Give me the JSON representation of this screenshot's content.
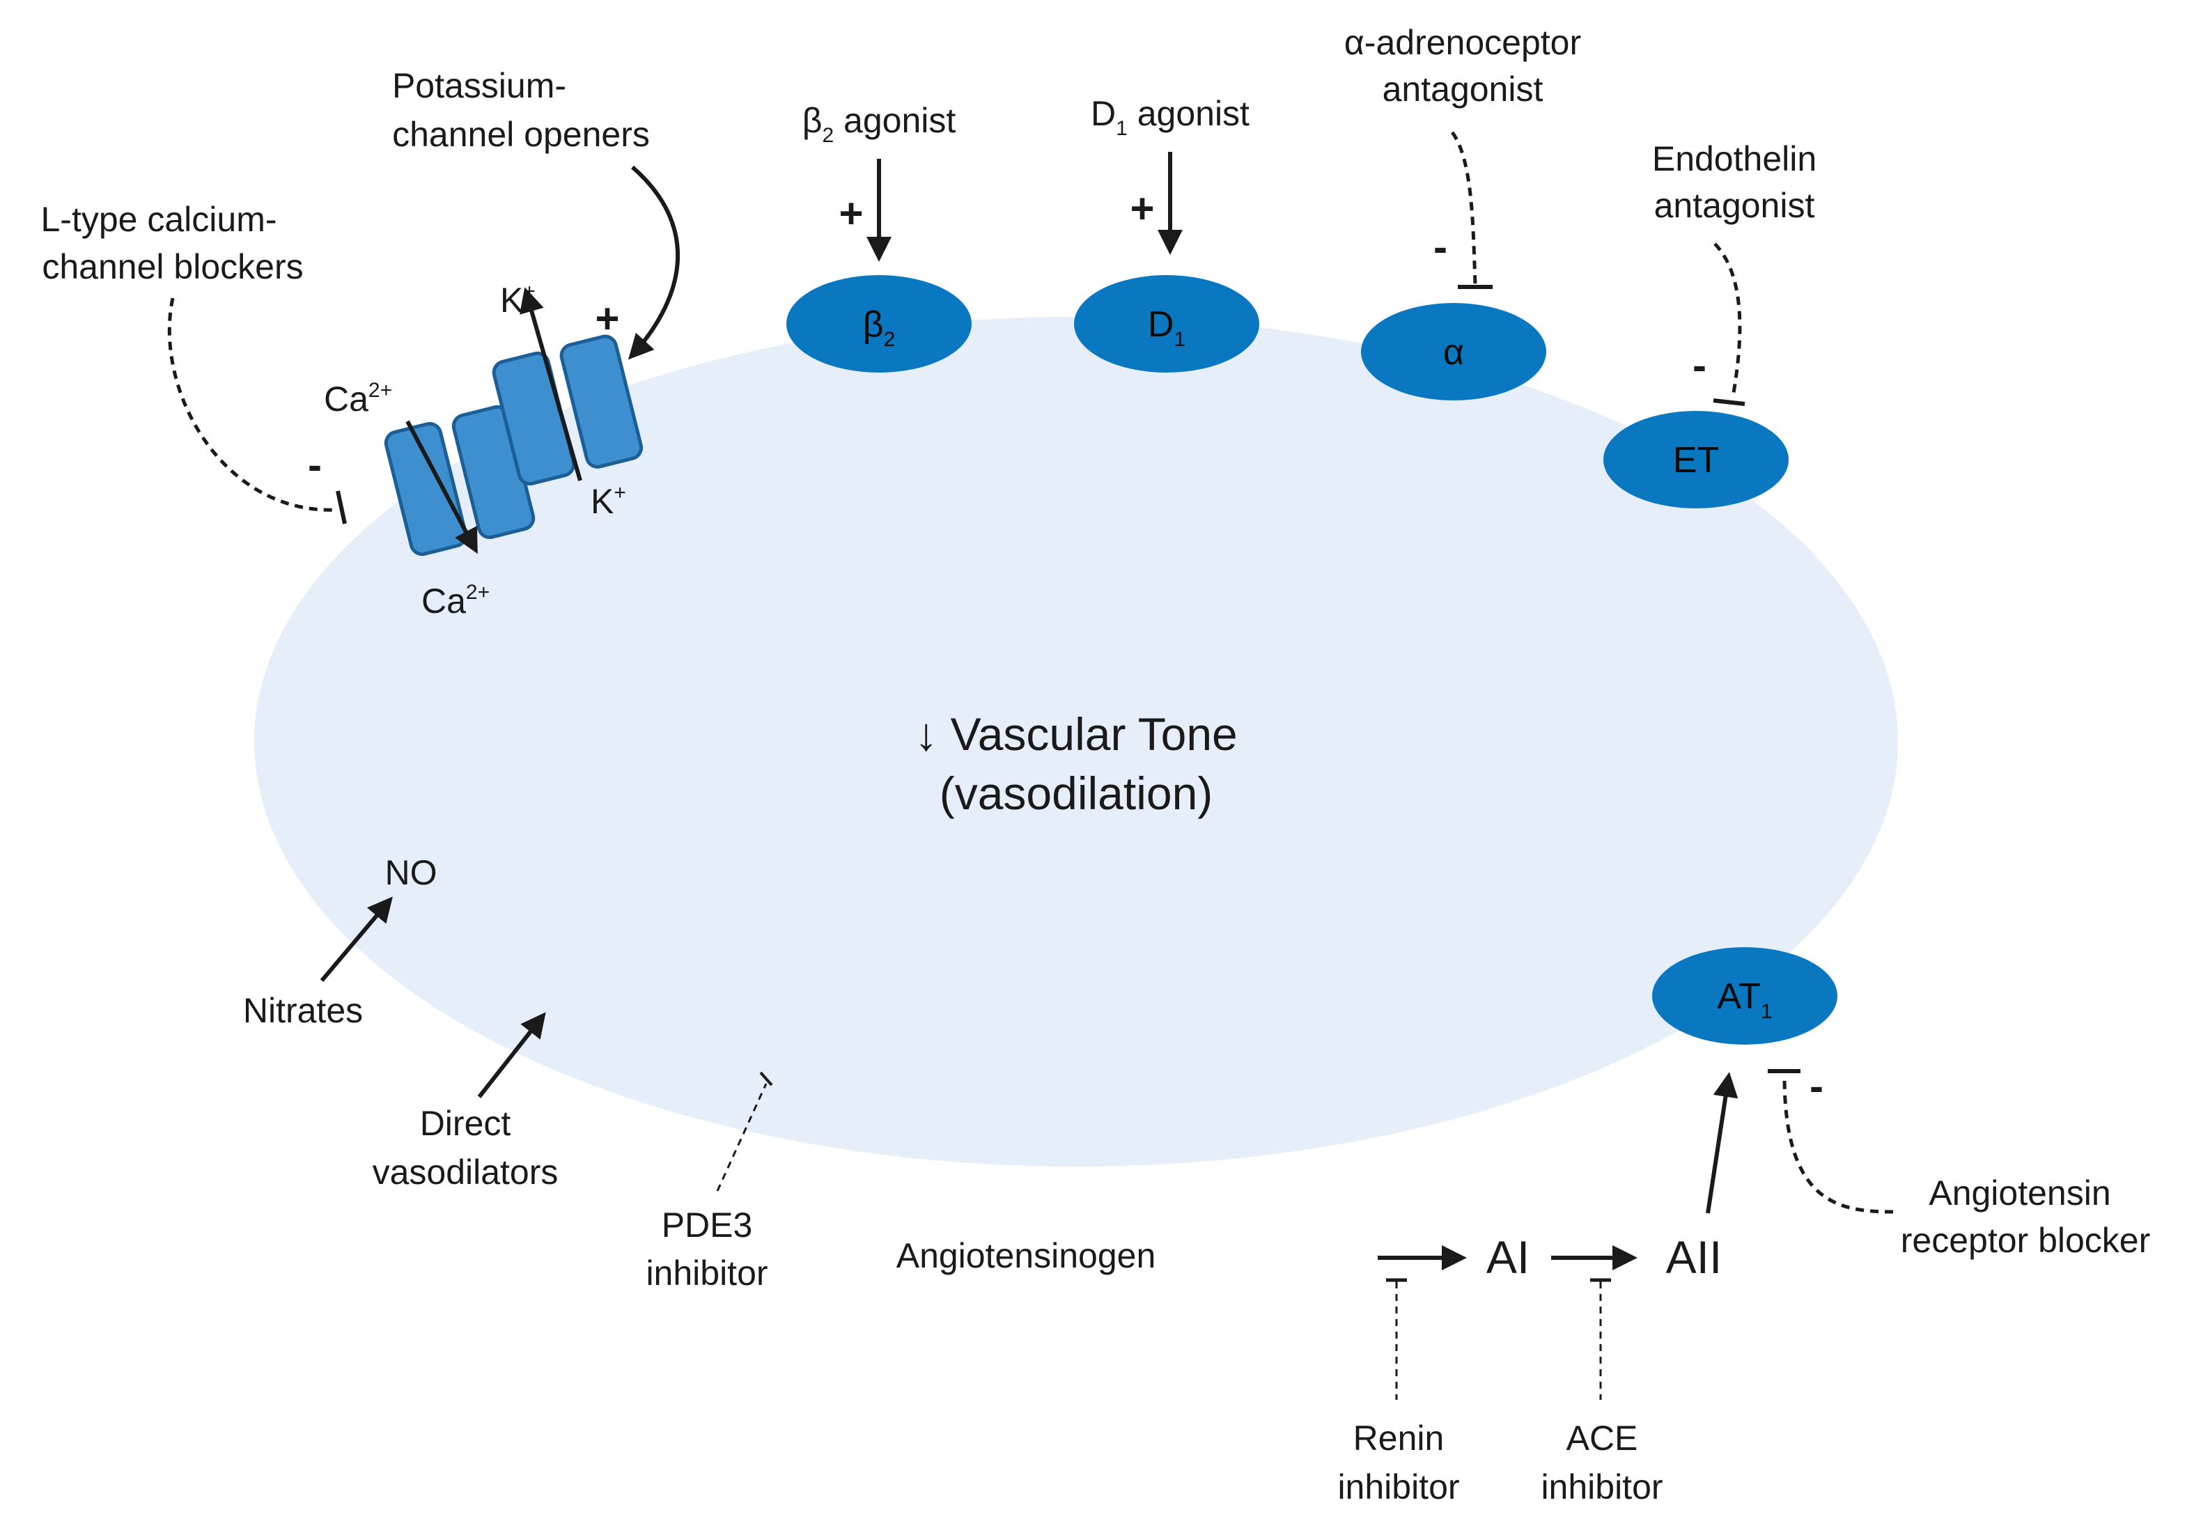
{
  "colors": {
    "cell": "#e5eef9",
    "receptor": "#0a78c0",
    "channel": "#3e8fcf",
    "channel_edge": "#1c5f97",
    "line": "#1a1a1a"
  },
  "center": {
    "line1": "↓ Vascular Tone",
    "line2": "(vasodilation)"
  },
  "receptors": {
    "beta2": {
      "main": "β",
      "sub": "2"
    },
    "d1": {
      "main": "D",
      "sub": "1"
    },
    "alpha": {
      "main": "α"
    },
    "et": {
      "main": "ET"
    },
    "at1": {
      "main": "AT",
      "sub": "1"
    }
  },
  "drugs": {
    "beta2_agonist": {
      "main": "β",
      "sub": "2",
      "rest": " agonist"
    },
    "d1_agonist": {
      "main": "D",
      "sub": "1",
      "rest": " agonist"
    },
    "alpha_antagonist": [
      "α-adrenoceptor",
      "antagonist"
    ],
    "endothelin_antagonist": [
      "Endothelin",
      "antagonist"
    ],
    "k_openers": [
      "Potassium-",
      "channel openers"
    ],
    "ca_blockers": [
      "L-type calcium-",
      "channel blockers"
    ],
    "nitrates": "Nitrates",
    "direct_vasodilators": [
      "Direct",
      "vasodilators"
    ],
    "pde3_inhibitor": [
      "PDE3",
      "inhibitor"
    ],
    "arb": [
      "Angiotensin",
      "receptor blocker"
    ],
    "renin_inhibitor": [
      "Renin",
      "inhibitor"
    ],
    "ace_inhibitor": [
      "ACE",
      "inhibitor"
    ]
  },
  "ions": {
    "ca_top": {
      "main": "Ca",
      "sup": "2+"
    },
    "ca_bottom": {
      "main": "Ca",
      "sup": "2+"
    },
    "k_top": {
      "main": "K",
      "sup": "+"
    },
    "k_bottom": {
      "main": "K",
      "sup": "+"
    }
  },
  "no_label": "NO",
  "pathway": {
    "angiotensinogen": "Angiotensinogen",
    "ai": "AI",
    "aii": "AII"
  },
  "signs": {
    "plus": "+",
    "minus": "-"
  }
}
